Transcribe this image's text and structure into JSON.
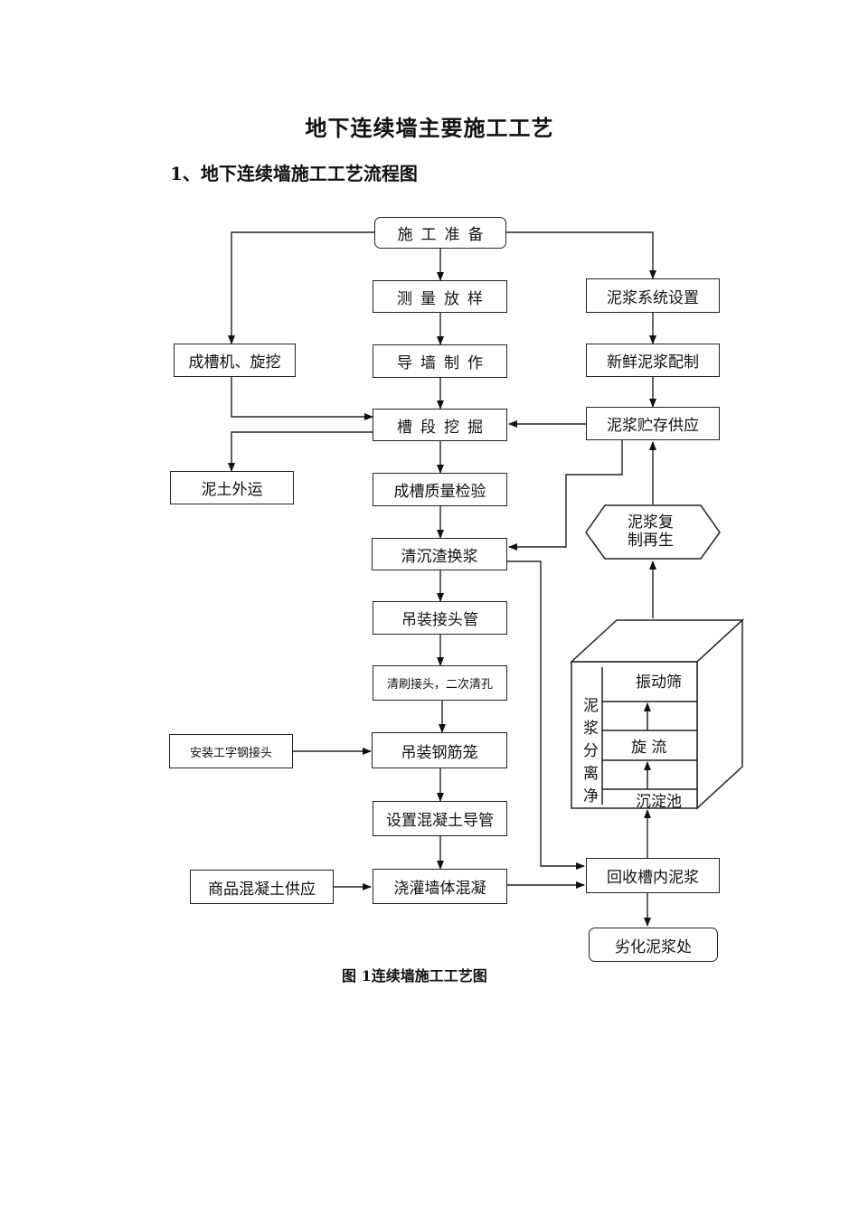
{
  "header": {
    "title": "地下连续墙主要施工工艺",
    "subtitle": "1、地下连续墙施工工艺流程图",
    "caption": "图 1连续墙施工工艺图"
  },
  "nodes": {
    "prep": "施工准备",
    "survey": "测量放样",
    "slurry_system": "泥浆系统设置",
    "trench_machine": "成槽机、旋挖",
    "guide_wall": "导墙制作",
    "fresh_slurry": "新鲜泥浆配制",
    "excavation": "槽段挖掘",
    "slurry_storage": "泥浆贮存供应",
    "soil_out": "泥土外运",
    "quality_check": "成槽质量检验",
    "desilting": "清沉渣换浆",
    "joint_pipe": "吊装接头管",
    "brush_joint": "清刷接头，二次清孔",
    "steel_joint": "安装工字钢接头",
    "rebar_cage": "吊装钢筋笼",
    "tremie": "设置混凝土导管",
    "commercial_concrete": "商品混凝土供应",
    "pour": "浇灌墙体混凝",
    "recover": "回收槽内泥浆",
    "waste": "劣化泥浆处",
    "regen_line1": "泥浆复",
    "regen_line2": "制再生"
  },
  "separator": {
    "label_chars": [
      "泥",
      "浆",
      "分",
      "离",
      "净"
    ],
    "screen": "振动筛",
    "cyclone": "旋 流",
    "settling": "沉淀池"
  }
}
